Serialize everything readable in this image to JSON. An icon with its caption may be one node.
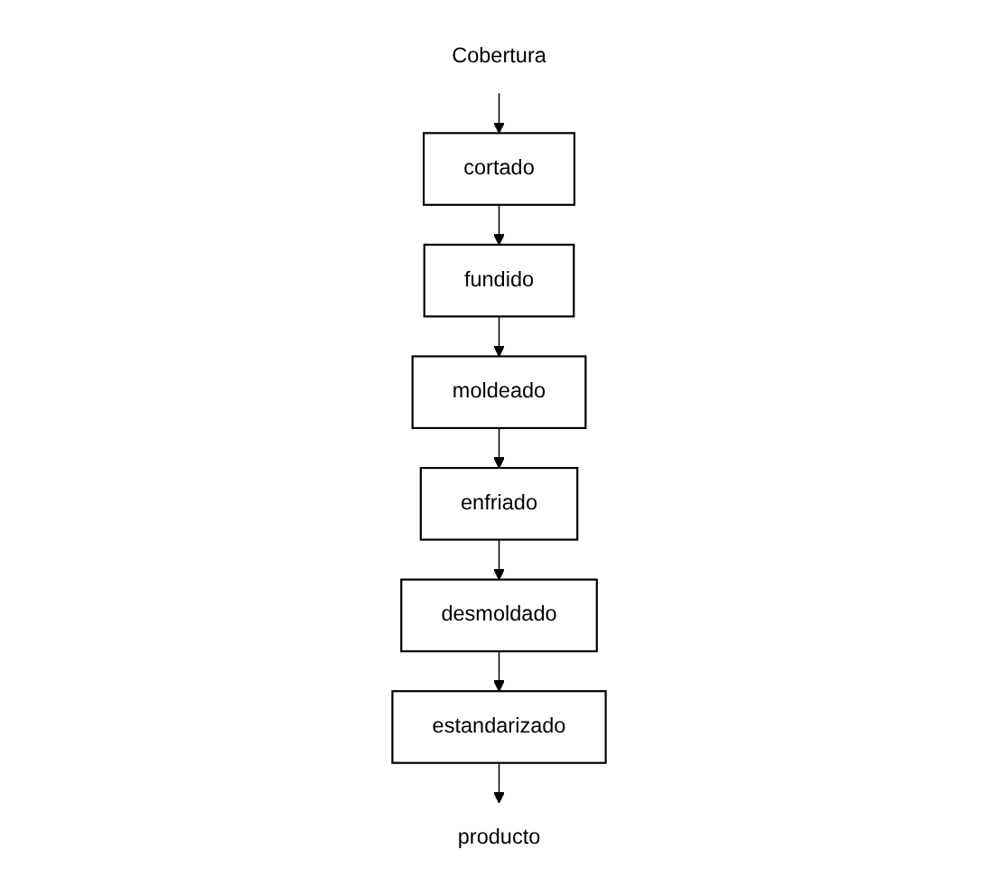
{
  "diagram": {
    "nodes": [
      {
        "text": [
          "Cobertura"
        ]
      },
      {
        "text": [
          "cortado"
        ]
      },
      {
        "text": [
          "fundido"
        ]
      },
      {
        "text": [
          "moldeado"
        ]
      },
      {
        "text": [
          "enfriado"
        ]
      },
      {
        "text": [
          "desmoldado"
        ]
      },
      {
        "text": [
          "estandarizado"
        ]
      },
      {
        "text": [
          "producto"
        ]
      }
    ],
    "edges": [
      {
        "from": 0,
        "to": 1,
        "arrow": "to"
      },
      {
        "from": 1,
        "to": 2,
        "arrow": "to"
      },
      {
        "from": 2,
        "to": 3,
        "arrow": "to"
      },
      {
        "from": 3,
        "to": 4,
        "arrow": "to"
      },
      {
        "from": 4,
        "to": 5,
        "arrow": "to"
      },
      {
        "from": 5,
        "to": 6,
        "arrow": "to"
      },
      {
        "from": 6,
        "to": 7,
        "arrow": "to"
      }
    ]
  }
}
